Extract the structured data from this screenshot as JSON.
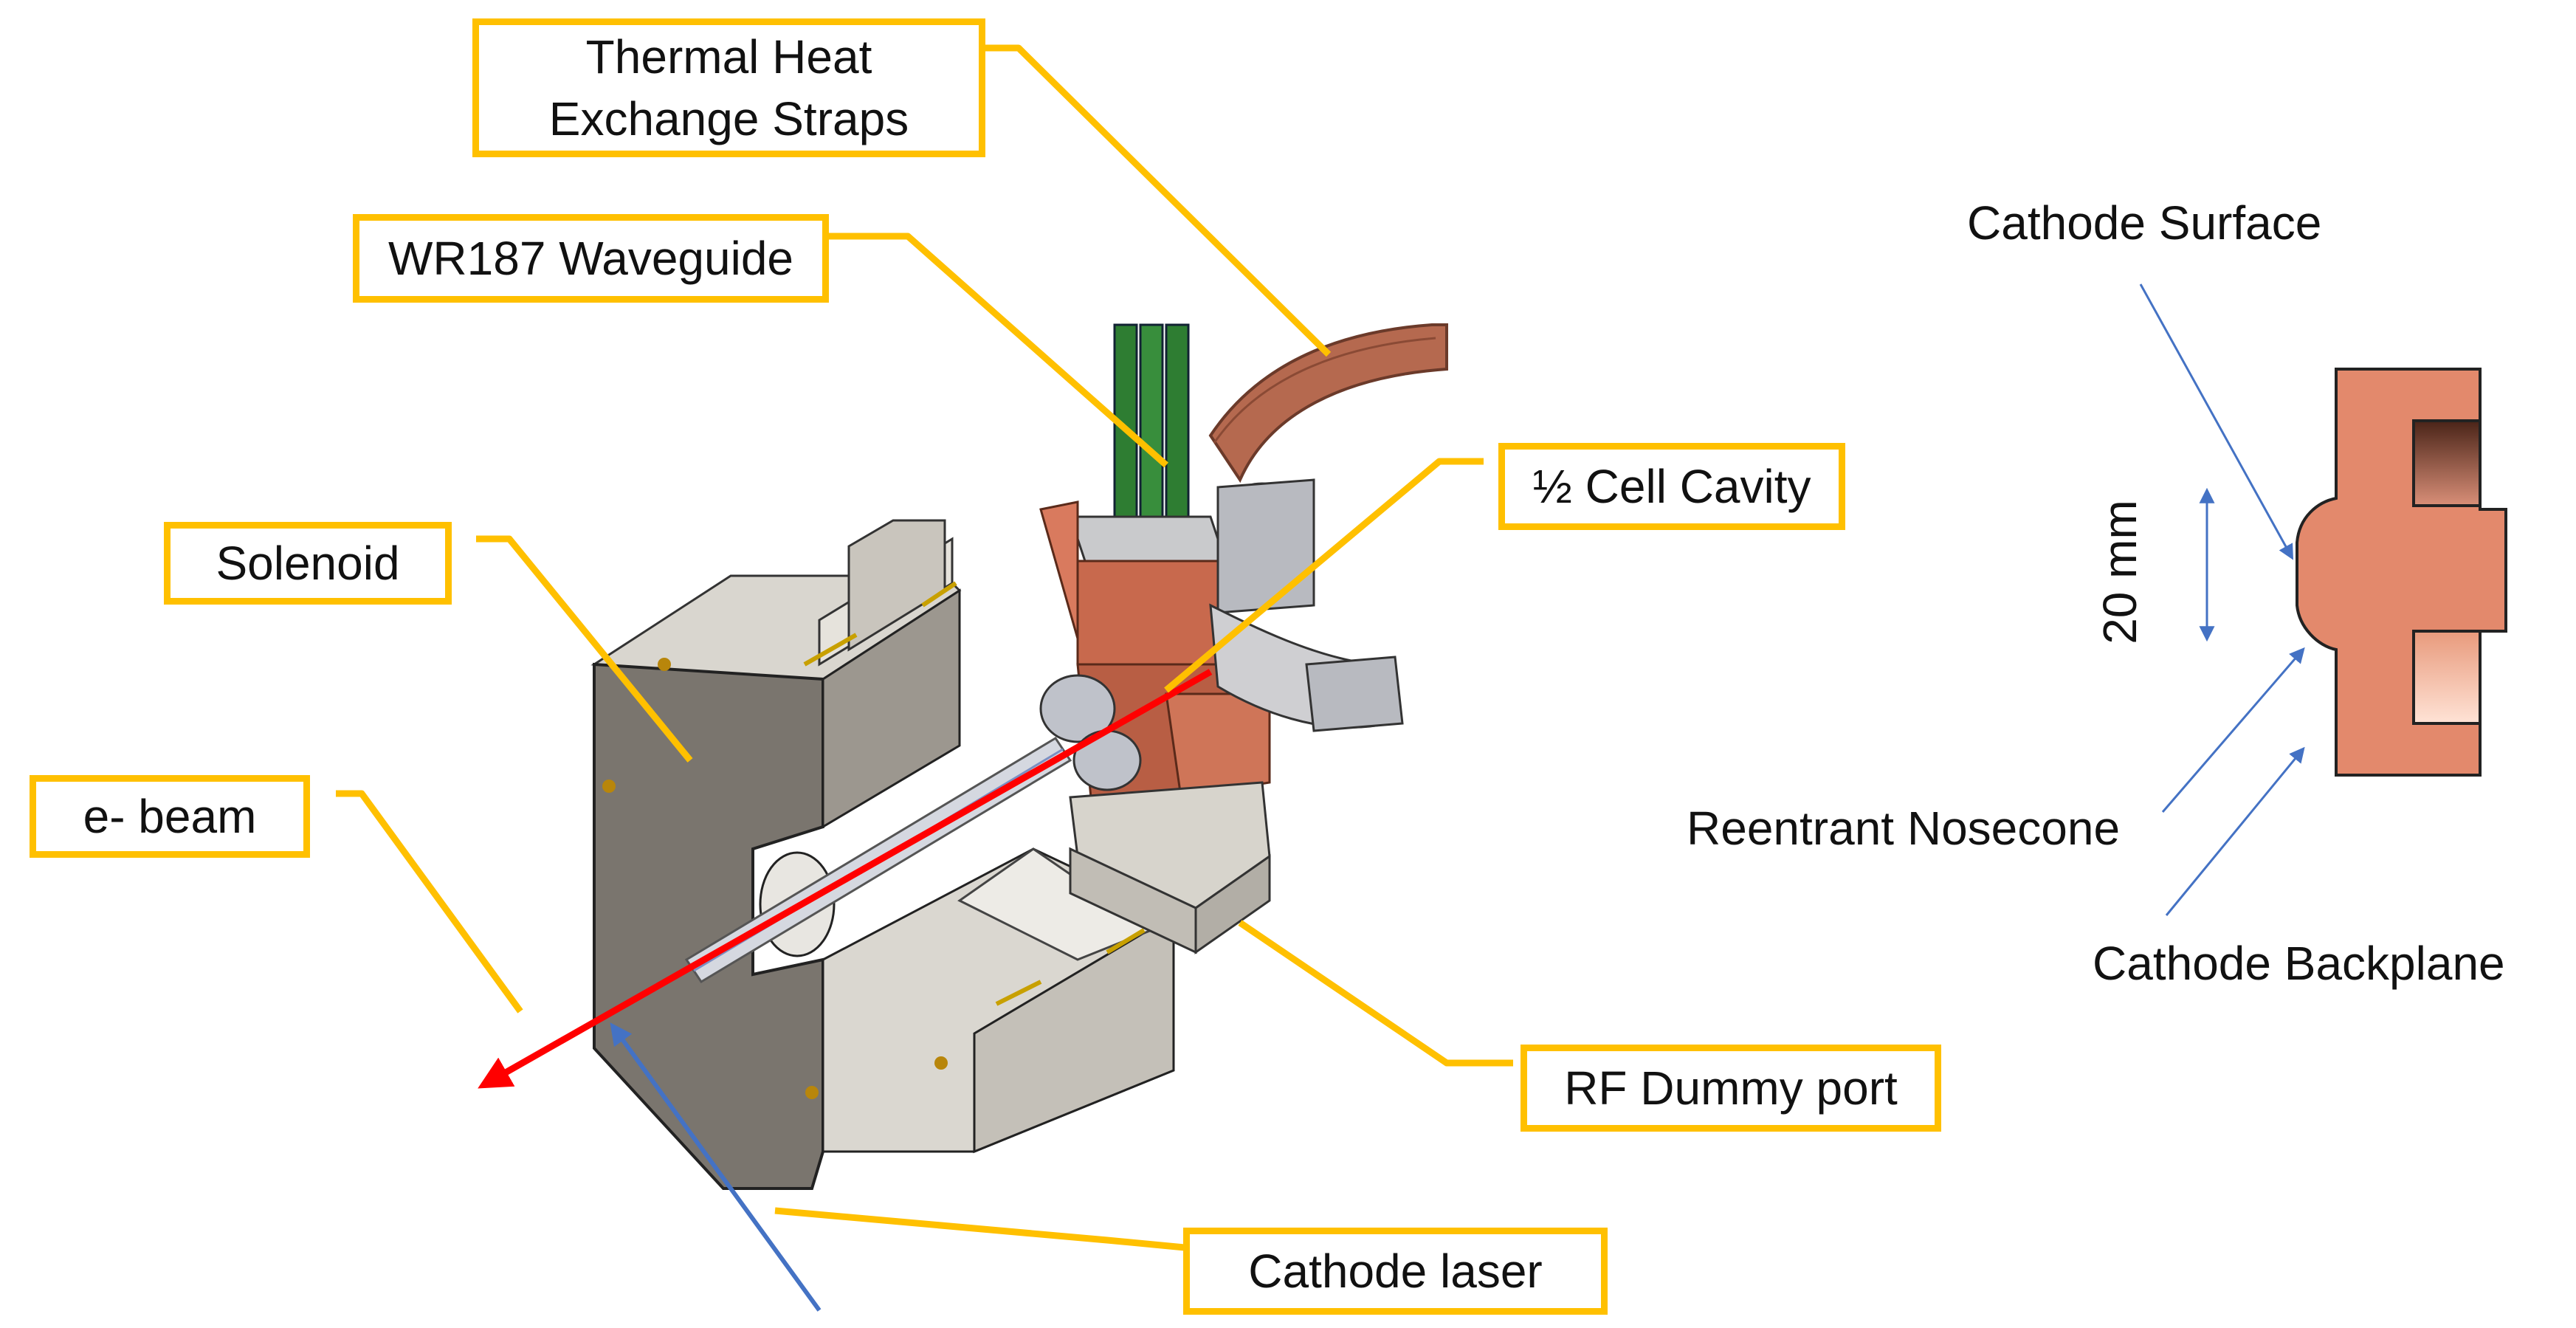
{
  "labels": {
    "thermal_straps": "Thermal Heat\nExchange Straps",
    "waveguide": "WR187 Waveguide",
    "half_cell": "½ Cell Cavity",
    "solenoid": "Solenoid",
    "ebeam": "e- beam",
    "rf_dummy": "RF Dummy port",
    "cathode_laser": "Cathode laser"
  },
  "cathode_inset": {
    "surface": "Cathode Surface",
    "dimension": "20 mm",
    "nosecone": "Reentrant Nosecone",
    "backplane": "Cathode Backplane"
  },
  "colors": {
    "callout": "#FFC000",
    "ebeam": "#FF0000",
    "laser": "#4472C4",
    "copper": "#E3896C",
    "solenoid_gray": "#7A756E",
    "waveguide_green": "#2E7D32",
    "strap_brown": "#B5694F"
  }
}
